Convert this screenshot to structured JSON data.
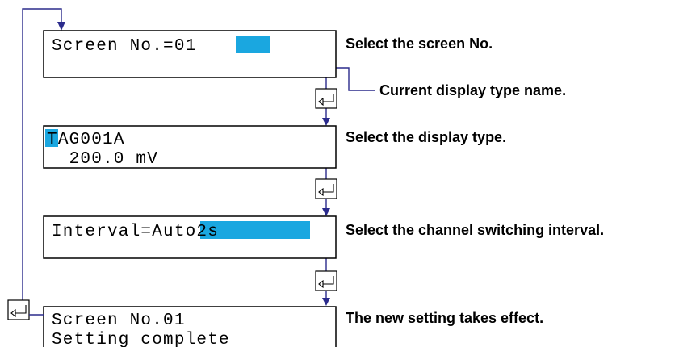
{
  "colors": {
    "highlight": "#1aa7e0",
    "flow_line": "#2b2b8c",
    "text": "#000000"
  },
  "screens": [
    {
      "id": "screen-no",
      "lines": [
        {
          "prefix": "Screen No.=",
          "highlight": "01",
          "suffix": ""
        }
      ]
    },
    {
      "id": "display-type",
      "lines": [
        {
          "prefix": "",
          "highlight": "T",
          "suffix": "AG001A"
        },
        {
          "prefix": "  200.0 mV",
          "highlight": "",
          "suffix": ""
        }
      ]
    },
    {
      "id": "interval",
      "lines": [
        {
          "prefix": "Interval=",
          "highlight": "Auto2s",
          "suffix": " "
        }
      ]
    },
    {
      "id": "complete",
      "lines": [
        {
          "prefix": "Screen No.01",
          "highlight": "",
          "suffix": ""
        },
        {
          "prefix": "Setting complete",
          "highlight": "",
          "suffix": ""
        }
      ]
    }
  ],
  "annotations": {
    "select_screen": "Select the screen No.",
    "current_display": "Current display type name.",
    "select_display": "Select the display type.",
    "select_interval": "Select the channel switching interval.",
    "takes_effect": "The new setting takes effect."
  },
  "icons": {
    "enter_key": "enter-key-icon"
  }
}
